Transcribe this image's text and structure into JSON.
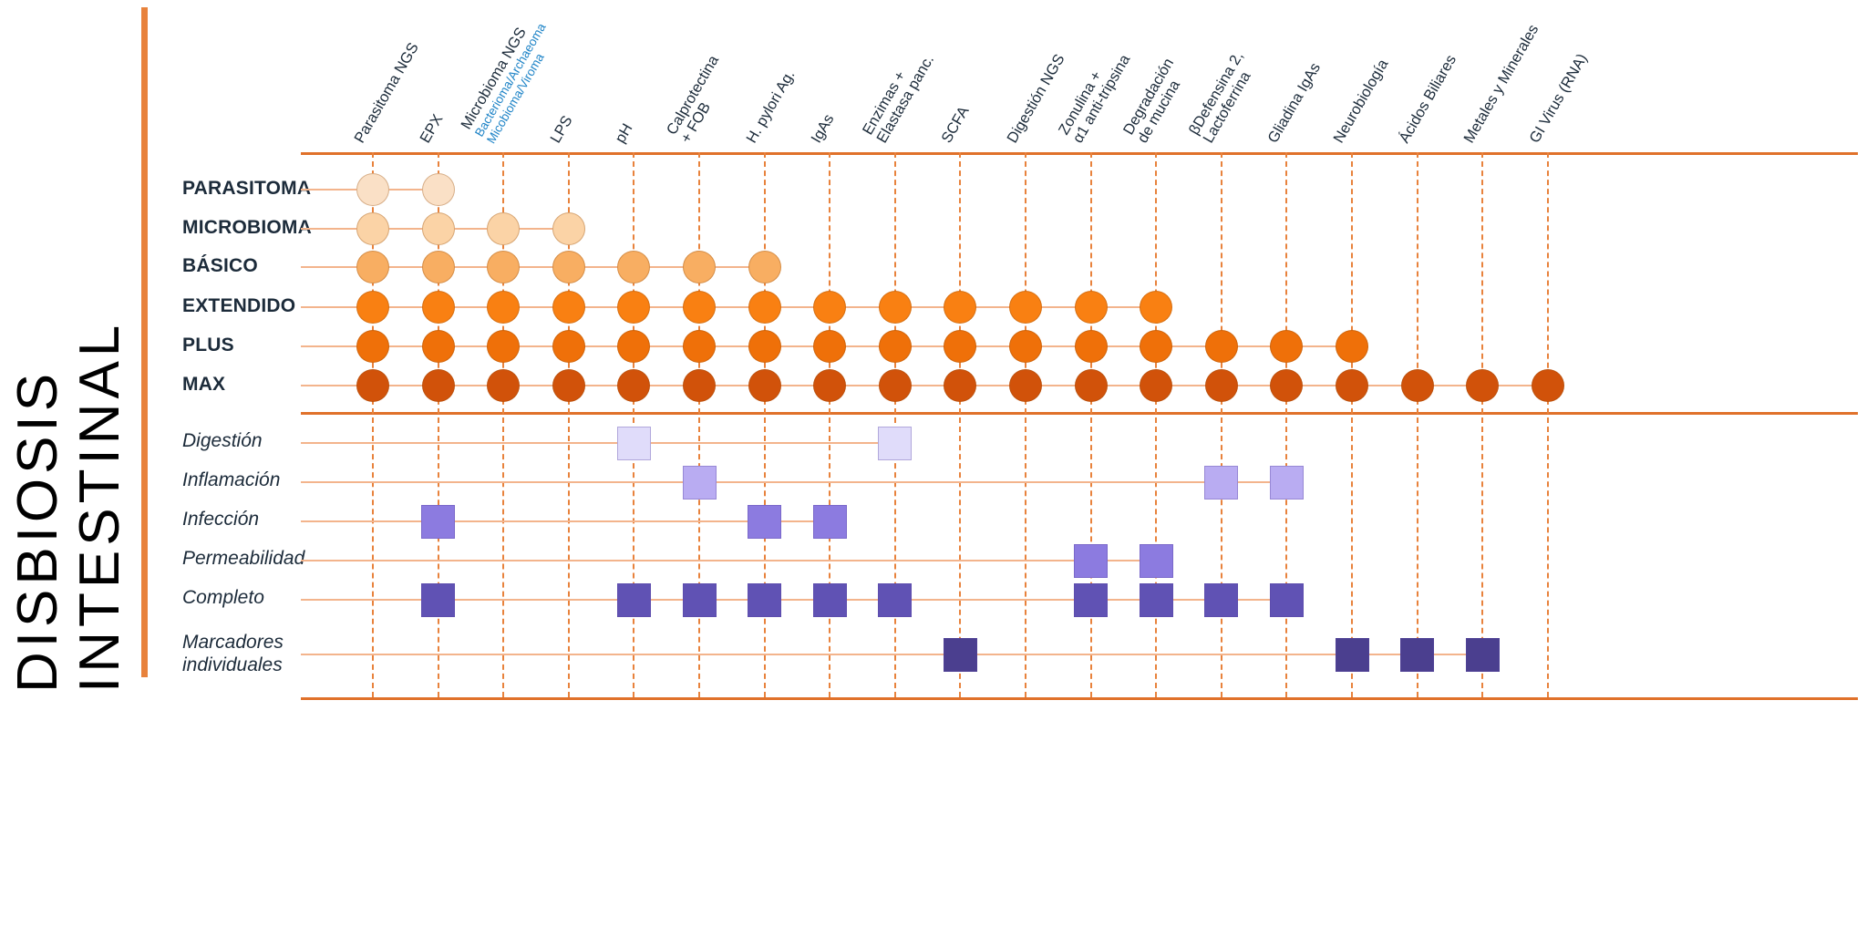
{
  "title": {
    "line1": "DISBIOSIS",
    "line2": "INTESTINAL"
  },
  "colors": {
    "rule": "#E0712A",
    "rowline": "#F3B48C",
    "dash": "#E8823C",
    "bar": "#E8823C",
    "label": "#1C2B3A",
    "subtitle_blue": "#1F84C7",
    "dot_levels": [
      "#FAE0C6",
      "#FBD3A6",
      "#F8AE62",
      "#F98012",
      "#EF7009",
      "#D1520A"
    ],
    "square_levels": [
      "#E0DCFA",
      "#B9ACF2",
      "#8C7BE0",
      "#6052B4",
      "#4B3F8F"
    ]
  },
  "columns": [
    {
      "id": "parasitoma-ngs",
      "label": "Parasitoma NGS",
      "sub": ""
    },
    {
      "id": "epx",
      "label": "EPX",
      "sub": ""
    },
    {
      "id": "microbioma-ngs",
      "label": "Microbioma NGS",
      "sub": "Bacterioma/Archaeoma",
      "sub2": "Micobioma/Viroma"
    },
    {
      "id": "lps",
      "label": "LPS",
      "sub": ""
    },
    {
      "id": "ph",
      "label": "pH",
      "sub": ""
    },
    {
      "id": "calprotectina-fob",
      "label": "Calprotectina",
      "label2": "+ FOB",
      "sub": ""
    },
    {
      "id": "h-pylori-ag",
      "label": "H. pylori Ag.",
      "sub": ""
    },
    {
      "id": "igas",
      "label": "IgAs",
      "sub": ""
    },
    {
      "id": "enzimas-elastasa",
      "label": "Enzimas +",
      "label2": "Elastasa panc.",
      "sub": ""
    },
    {
      "id": "scfa",
      "label": "SCFA",
      "sub": ""
    },
    {
      "id": "digestion-ngs",
      "label": "Digestión NGS",
      "sub": ""
    },
    {
      "id": "zonulina-a1",
      "label": "Zonulina +",
      "label2": "α1 anti-tripsina",
      "sub": ""
    },
    {
      "id": "degradacion-mucina",
      "label": "Degradación",
      "label2": "de mucina",
      "sub": ""
    },
    {
      "id": "bdefensina-lactoferrina",
      "label": "βDefensina 2,",
      "label2": "Lactoferrina",
      "sub": ""
    },
    {
      "id": "gliadina-igas",
      "label": "Gliadina IgAs",
      "sub": ""
    },
    {
      "id": "neurobiologia",
      "label": "Neurobiología",
      "sub": ""
    },
    {
      "id": "acidos-biliares",
      "label": "Ácidos Biliares",
      "sub": ""
    },
    {
      "id": "metales-minerales",
      "label": "Metales y Minerales",
      "sub": ""
    },
    {
      "id": "gi-virus-rna",
      "label": "GI Virus (RNA)",
      "sub": ""
    }
  ],
  "panel_rows": [
    {
      "id": "parasitoma",
      "label": "PARASITOMA",
      "level": 0,
      "count": 2
    },
    {
      "id": "microbioma",
      "label": "MICROBIOMA",
      "level": 1,
      "count": 4
    },
    {
      "id": "basico",
      "label": "BÁSICO",
      "level": 2,
      "count": 7
    },
    {
      "id": "extendido",
      "label": "EXTENDIDO",
      "level": 3,
      "count": 13
    },
    {
      "id": "plus",
      "label": "PLUS",
      "level": 4,
      "count": 16
    },
    {
      "id": "max",
      "label": "MAX",
      "level": 5,
      "count": 19
    }
  ],
  "marker_rows": [
    {
      "id": "digestion",
      "label": "Digestión",
      "level": 0,
      "cols": [
        4,
        8
      ]
    },
    {
      "id": "inflamacion",
      "label": "Inflamación",
      "level": 1,
      "cols": [
        5,
        13,
        14
      ]
    },
    {
      "id": "infeccion",
      "label": "Infección",
      "level": 2,
      "cols": [
        1,
        6,
        7
      ]
    },
    {
      "id": "permeabilidad",
      "label": "Permeabilidad",
      "level": 2,
      "cols": [
        11,
        12
      ]
    },
    {
      "id": "completo",
      "label": "Completo",
      "level": 3,
      "cols": [
        1,
        4,
        5,
        6,
        7,
        8,
        11,
        12,
        13,
        14
      ]
    },
    {
      "id": "marcadores-individuales",
      "label": "Marcadores",
      "label2": "individuales",
      "level": 4,
      "cols": [
        9,
        15,
        16,
        17
      ]
    }
  ]
}
